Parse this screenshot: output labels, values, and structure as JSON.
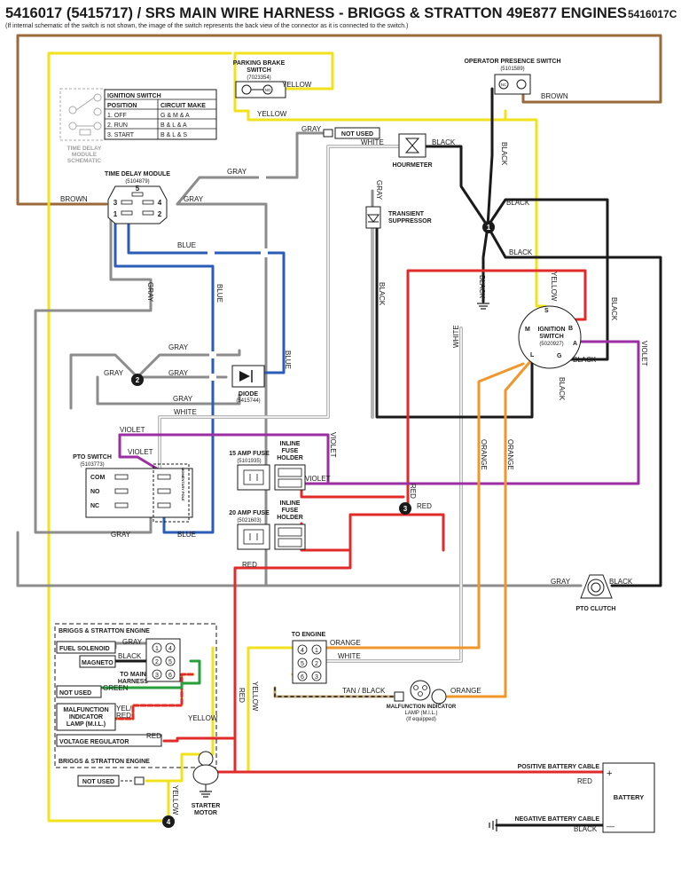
{
  "header": {
    "title": "5416017 (5415717) / SRS MAIN WIRE HARNESS - BRIGGS & STRATTON 49E877 ENGINES",
    "subtitle": "(If internal schematic of the switch is not shown, the image of the switch represents the back view of the connector as it is connected to the switch.)",
    "code": "5416017C"
  },
  "colors": {
    "yellow": "#f2e21c",
    "brown": "#9a6a3a",
    "gray": "#8c8c8c",
    "blue": "#2a5cb8",
    "black": "#1a1a1a",
    "red": "#e12b2b",
    "violet": "#9b2ea0",
    "orange": "#f0962a",
    "green": "#27a03c",
    "tan": "#c9a877",
    "white_wire": "#b5b5b5"
  },
  "components": {
    "parking_brake": {
      "title": "PARKING BRAKE",
      "title2": "SWITCH",
      "part": "(7023354)",
      "no_label": "NO"
    },
    "operator_presence": {
      "title": "OPERATOR PRESENCE SWITCH",
      "part": "(5101589)",
      "nc_label": "NC"
    },
    "ignition_table": {
      "title": "IGNITION SWITCH",
      "col1": "POSITION",
      "col2": "CIRCUIT MAKE",
      "rows": [
        {
          "pos": "1. OFF",
          "make": "G & M & A"
        },
        {
          "pos": "2. RUN",
          "make": "B & L & A"
        },
        {
          "pos": "3. START",
          "make": "B & L & S"
        }
      ]
    },
    "tdm_schematic": {
      "line1": "TIME DELAY",
      "line2": "MODULE",
      "line3": "SCHEMATIC"
    },
    "time_delay_module": {
      "title": "TIME DELAY MODULE",
      "part": "(5104879)",
      "pins": [
        "5",
        "3",
        "4",
        "1",
        "2"
      ]
    },
    "not_used_top": "NOT USED",
    "hourmeter": "HOURMETER",
    "transient": {
      "line1": "TRANSIENT",
      "line2": "SUPPRESSOR"
    },
    "ignition_switch": {
      "title": "IGNITION",
      "title2": "SWITCH",
      "part": "(5020927)",
      "terminals": [
        "S",
        "M",
        "B",
        "A",
        "L",
        "G"
      ]
    },
    "diode": {
      "title": "DIODE",
      "part": "(5415744)"
    },
    "pto_switch": {
      "title": "PTO SWITCH",
      "part": "(5103773)",
      "com": "COM",
      "no": "NO",
      "nc": "NC",
      "side_text": "MOMENTARY POLE"
    },
    "fuse15": {
      "title": "15 AMP FUSE",
      "part": "(5101935)"
    },
    "fuse20": {
      "title": "20 AMP FUSE",
      "part": "(5021603)"
    },
    "inline_holder": {
      "line1": "INLINE",
      "line2": "FUSE",
      "line3": "HOLDER"
    },
    "pto_clutch": "PTO CLUTCH",
    "engine": {
      "title_top": "BRIGGS & STRATTON ENGINE",
      "title_bottom": "BRIGGS & STRATTON ENGINE",
      "fuel_solenoid": "FUEL SOLENOID",
      "magneto": "MAGNETO",
      "to_main": "TO MAIN",
      "harness": "HARNESS",
      "not_used": "NOT USED",
      "mil1": "MALFUNCTION",
      "mil2": "INDICATOR",
      "mil3": "LAMP (M.I.L.)",
      "voltage_regulator": "VOLTAGE REGULATOR",
      "pins": [
        "1",
        "4",
        "2",
        "5",
        "3",
        "6"
      ]
    },
    "to_engine": {
      "title": "TO ENGINE",
      "pins": [
        "4",
        "1",
        "5",
        "2",
        "6",
        "3"
      ]
    },
    "mil_lamp": {
      "line1": "MALFUNCTION INDICATOR",
      "line2": "LAMP (M.I.L.)",
      "line3": "(If equipped)"
    },
    "starter": {
      "line1": "STARTER",
      "line2": "MOTOR"
    },
    "battery": {
      "title": "BATTERY",
      "plus": "+",
      "minus": "—",
      "pos_cable": "POSITIVE BATTERY CABLE",
      "neg_cable": "NEGATIVE BATTERY CABLE"
    },
    "not_used_bottom": "NOT USED"
  },
  "wire_labels": {
    "yellow": "YELLOW",
    "brown": "BROWN",
    "gray": "GRAY",
    "white": "WHITE",
    "black": "BLACK",
    "blue": "BLUE",
    "violet": "VIOLET",
    "red": "RED",
    "orange": "ORANGE",
    "green": "GREEN",
    "yel_red_1": "YEL/",
    "yel_red_2": "RED",
    "tan_black": "TAN / BLACK"
  },
  "splices": [
    "1",
    "2",
    "3",
    "4"
  ]
}
